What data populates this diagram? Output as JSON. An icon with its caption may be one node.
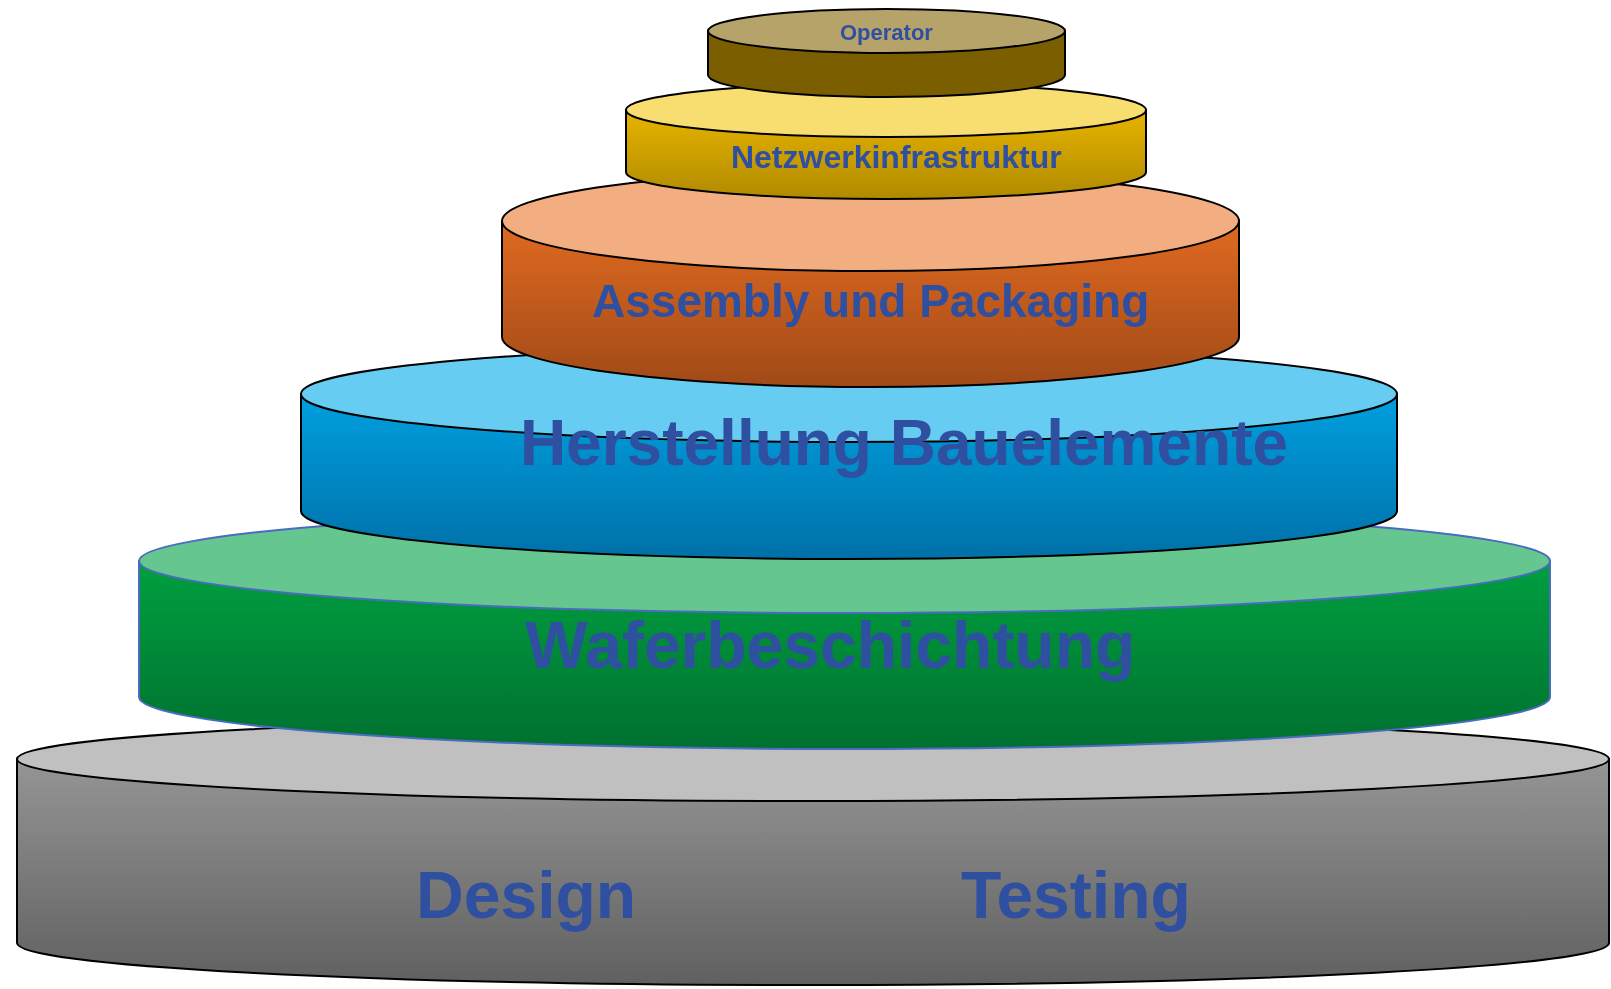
{
  "diagram": {
    "nodes": [
      {
        "text": [
          "Operator"
        ]
      },
      {
        "text": [
          "Netzwerkinfrastruktur"
        ]
      },
      {
        "text": [
          "Assembly und Packaging"
        ]
      },
      {
        "text": [
          "Herstellung Bauelemente"
        ]
      },
      {
        "text": [
          "Waferbeschichtung"
        ]
      },
      {
        "text": [
          "Design",
          "Testing"
        ]
      }
    ],
    "edges": []
  }
}
